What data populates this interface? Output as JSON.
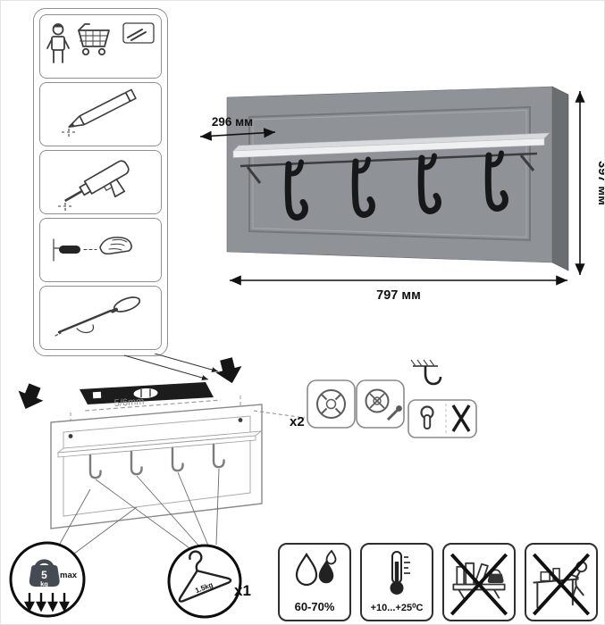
{
  "colors": {
    "panel_front": "#8f9296",
    "panel_side": "#6b6e71",
    "shelf_top": "#d8dadd",
    "shelf_front": "#eef0f1",
    "hook": "#17181a"
  },
  "product_view": {
    "depth_label": "296 мм",
    "height_label": "397 мм",
    "width_label": "797 мм"
  },
  "mounting": {
    "drill_note": "5/6mm",
    "fastener_count": "x2"
  },
  "load_limits": {
    "total_value": "5",
    "total_unit": "kg",
    "total_qualifier": "max",
    "per_hook": "1.5kg",
    "hanger_count": "x1"
  },
  "environment": {
    "humidity": "60-70%",
    "temperature": "+10...+25⁰C"
  },
  "icons": {
    "step_icons": [
      "unpack-tools-icon",
      "pencil-mark-icon",
      "drill-icon",
      "dowel-insert-icon",
      "awl-icon"
    ],
    "tool_icons": [
      "spirit-level-icon",
      "mount-arrow-icon"
    ],
    "fastener_icons": [
      "cam-screw-icon",
      "cam-screw-angled-icon",
      "keyhole-bracket-icon",
      "hidden-hanging-icon"
    ],
    "limit_icons": [
      "kettlebell-icon",
      "down-arrows-icon",
      "hanger-icon"
    ],
    "warning_icons": [
      "humidity-icon",
      "temperature-icon",
      "no-heavy-load-icon",
      "no-leaning-icon"
    ]
  }
}
